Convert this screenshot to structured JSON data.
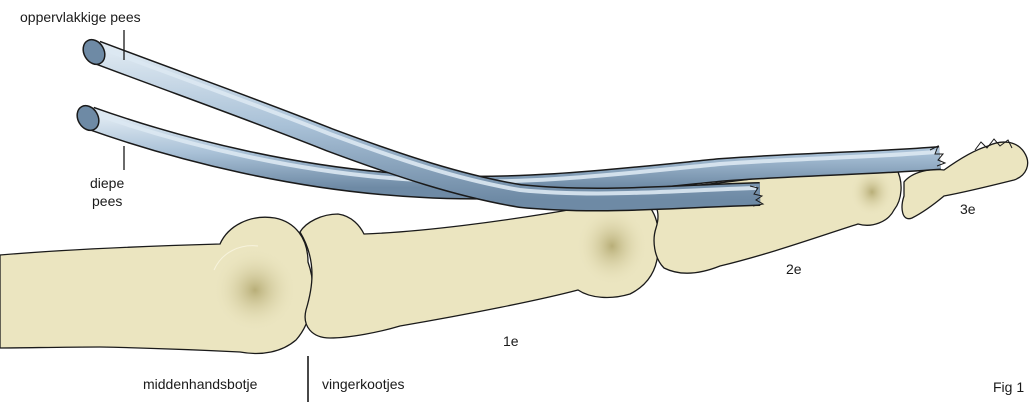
{
  "labels": {
    "superficial_tendon": "oppervlakkige pees",
    "deep_tendon_line1": "diepe",
    "deep_tendon_line2": "pees",
    "metacarpal": "middenhandsbotje",
    "phalanges": "vingerkootjes",
    "phalanx_1": "1e",
    "phalanx_2": "2e",
    "phalanx_3": "3e",
    "figure": "Fig 1"
  },
  "colors": {
    "bone_fill": "#ebe5c0",
    "bone_shade": "#c4bb8a",
    "bone_outline": "#1a1a1a",
    "tendon_fill": "#a8c0d6",
    "tendon_light": "#d6e3ee",
    "tendon_shade": "#6f8ba6",
    "text": "#1a1a1a"
  }
}
